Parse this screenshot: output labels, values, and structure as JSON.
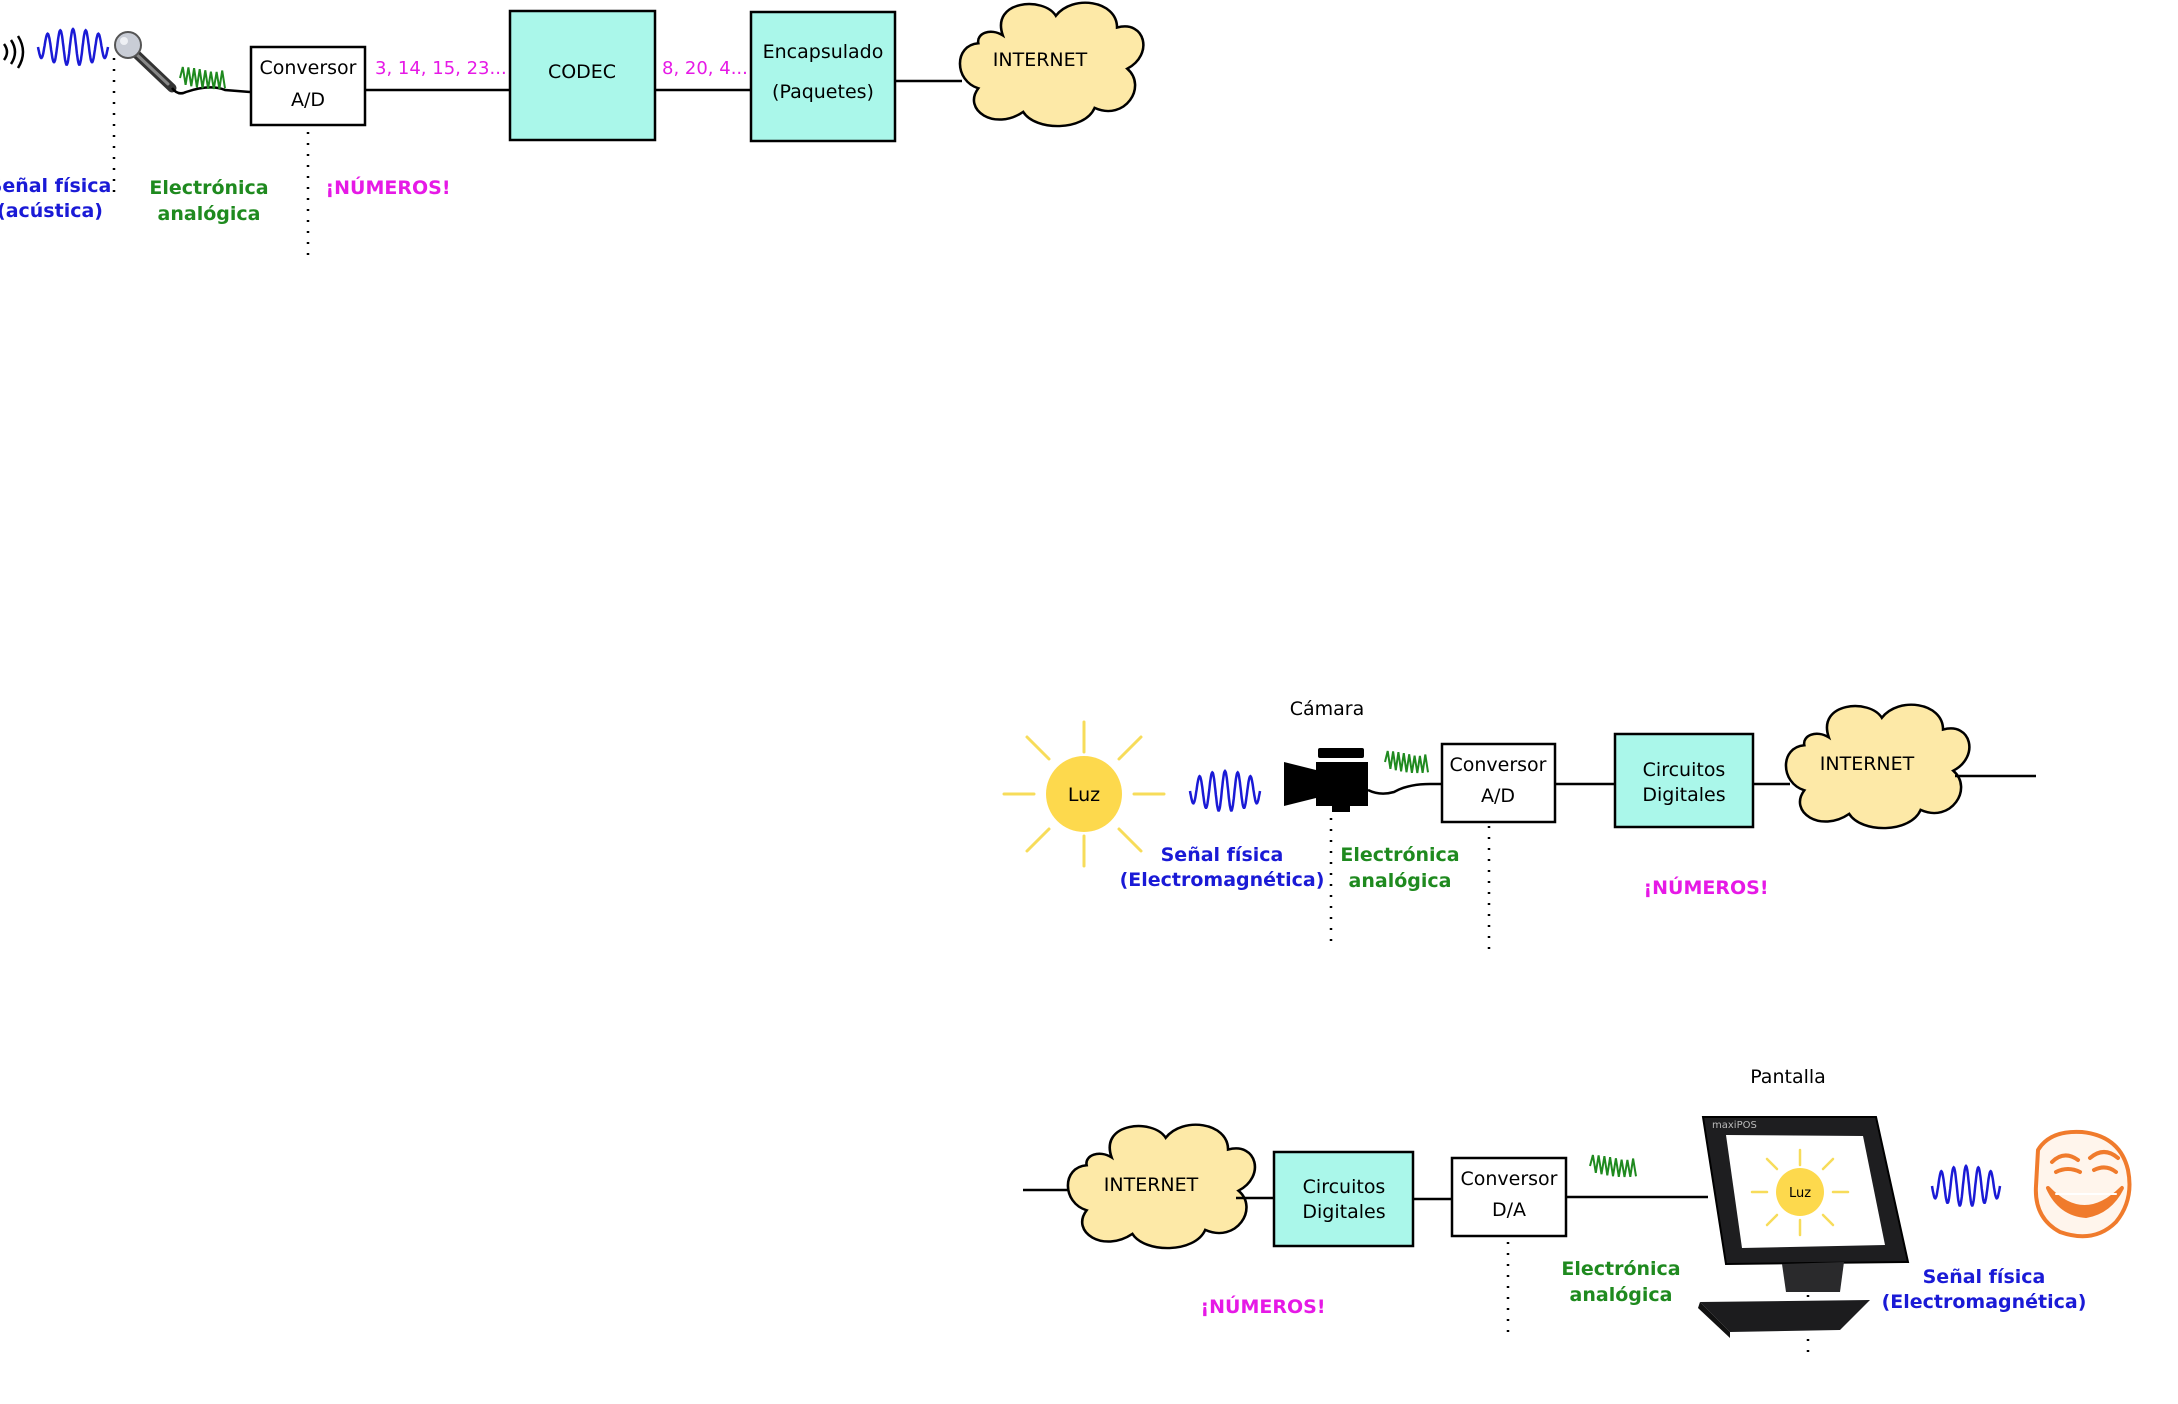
{
  "colors": {
    "physical": "#1a1ad6",
    "analog": "#1f8a1f",
    "numbers": "#e619e6",
    "box_fill": "#aaf7ea",
    "cloud_fill": "#fde9a7",
    "sun_fill": "#fdd94d",
    "sun_rays": "#f7dc5a",
    "troll": "#f07b2c"
  },
  "icons": [
    "sound-waves-icon",
    "microphone-icon",
    "camera-icon",
    "sun-icon",
    "monitor-icon",
    "troll-face-icon"
  ],
  "row1": {
    "conversor": {
      "line1": "Conversor",
      "line2": "A/D"
    },
    "numbers_a": "3, 14, 15, 23...",
    "codec": "CODEC",
    "numbers_b": "8, 20, 4...",
    "encapsulado": {
      "line1": "Encapsulado",
      "line2": "(Paquetes)"
    },
    "internet": "INTERNET",
    "senal": {
      "line1": "Señal física",
      "line2": "(acústica)"
    },
    "electronica": {
      "line1": "Electrónica",
      "line2": "analógica"
    },
    "numeros": "¡NÚMEROS!"
  },
  "row2": {
    "camara": "Cámara",
    "luz": "Luz",
    "conversor": {
      "line1": "Conversor",
      "line2": "A/D"
    },
    "circuitos": {
      "line1": "Circuitos",
      "line2": "Digitales"
    },
    "internet": "INTERNET",
    "senal": {
      "line1": "Señal física",
      "line2": "(Electromagnética)"
    },
    "electronica": {
      "line1": "Electrónica",
      "line2": "analógica"
    },
    "numeros": "¡NÚMEROS!"
  },
  "row3": {
    "pantalla": "Pantalla",
    "internet": "INTERNET",
    "circuitos": {
      "line1": "Circuitos",
      "line2": "Digitales"
    },
    "conversor": {
      "line1": "Conversor",
      "line2": "D/A"
    },
    "luz": "Luz",
    "monitor_brand": "maxiPOS",
    "electronica": {
      "line1": "Electrónica",
      "line2": "analógica"
    },
    "senal": {
      "line1": "Señal física",
      "line2": "(Electromagnética)"
    },
    "numeros": "¡NÚMEROS!"
  }
}
